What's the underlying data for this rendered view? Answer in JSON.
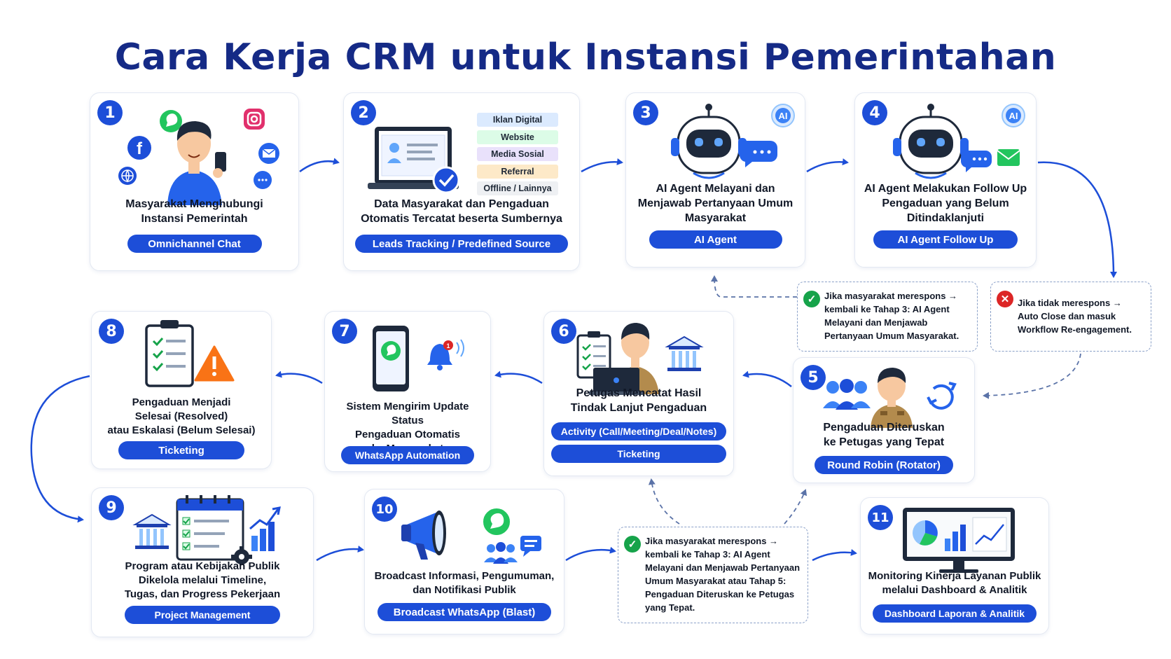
{
  "title": "Cara Kerja CRM untuk Instansi Pemerintahan",
  "colors": {
    "primary": "#1d4ed8",
    "title": "#152a86",
    "success": "#16a34a",
    "danger": "#dc2626",
    "border": "#e3e8f2"
  },
  "steps": [
    {
      "num": "1",
      "lines": [
        "Masyarakat Menghubungi",
        "Instansi Pemerintah"
      ],
      "tags": [
        "Omnichannel Chat"
      ],
      "icons": [
        "whatsapp-icon",
        "instagram-icon",
        "facebook-icon",
        "email-icon",
        "globe-icon",
        "chat-bubble-icon",
        "person-phone-icon"
      ]
    },
    {
      "num": "2",
      "lines": [
        "Data Masyarakat dan Pengaduan",
        "Otomatis Tercatat beserta Sumbernya"
      ],
      "tags": [
        "Leads Tracking / Predefined Source"
      ],
      "sources": [
        "Iklan Digital",
        "Website",
        "Media Sosial",
        "Referral",
        "Offline / Lainnya"
      ],
      "icons": [
        "laptop-profile-icon",
        "check-badge-icon"
      ]
    },
    {
      "num": "3",
      "lines": [
        "AI Agent Melayani dan",
        "Menjawab Pertanyaan Umum",
        "Masyarakat"
      ],
      "tags": [
        "AI Agent"
      ],
      "badge": "AI",
      "icons": [
        "robot-icon",
        "chat-bubble-icon"
      ]
    },
    {
      "num": "4",
      "lines": [
        "AI Agent Melakukan Follow Up",
        "Pengaduan yang Belum",
        "Ditindaklanjuti"
      ],
      "tags": [
        "AI Agent Follow Up"
      ],
      "badge": "AI",
      "icons": [
        "robot-icon",
        "chat-bubble-icon",
        "email-icon"
      ]
    },
    {
      "num": "5",
      "lines": [
        "Pengaduan Diteruskan",
        "ke Petugas yang Tepat"
      ],
      "tags": [
        "Round Robin (Rotator)"
      ],
      "icons": [
        "group-icon",
        "officer-icon",
        "refresh-icon"
      ]
    },
    {
      "num": "6",
      "lines": [
        "Petugas Mencatat Hasil",
        "Tindak Lanjut Pengaduan"
      ],
      "tags": [
        "Activity (Call/Meeting/Deal/Notes)",
        "Ticketing"
      ],
      "icons": [
        "clipboard-icon",
        "officer-laptop-icon",
        "government-building-icon"
      ]
    },
    {
      "num": "7",
      "lines": [
        "Sistem Mengirim Update Status",
        "Pengaduan Otomatis",
        "ke Masyarakat"
      ],
      "tags": [
        "WhatsApp Automation"
      ],
      "icons": [
        "phone-whatsapp-icon",
        "notification-bell-icon"
      ]
    },
    {
      "num": "8",
      "lines": [
        "Pengaduan Menjadi",
        "Selesai (Resolved)",
        "atau Eskalasi (Belum Selesai)"
      ],
      "tags": [
        "Ticketing"
      ],
      "icons": [
        "checklist-icon",
        "warning-icon"
      ]
    },
    {
      "num": "9",
      "lines": [
        "Program atau Kebijakan Publik",
        "Dikelola melalui Timeline,",
        "Tugas, dan Progress Pekerjaan"
      ],
      "tags": [
        "Project Management"
      ],
      "icons": [
        "government-building-icon",
        "calendar-checklist-icon",
        "gear-icon",
        "bar-chart-icon"
      ]
    },
    {
      "num": "10",
      "lines": [
        "Broadcast Informasi, Pengumuman,",
        "dan Notifikasi Publik"
      ],
      "tags": [
        "Broadcast WhatsApp (Blast)"
      ],
      "icons": [
        "megaphone-icon",
        "whatsapp-icon",
        "group-icon",
        "message-icon"
      ]
    },
    {
      "num": "11",
      "lines": [
        "Monitoring Kinerja Layanan Publik",
        "melalui Dashboard & Analitik"
      ],
      "tags": [
        "Dashboard Laporan & Analitik"
      ],
      "icons": [
        "monitor-dashboard-icon"
      ]
    }
  ],
  "notes": {
    "respond_top": {
      "type": "ok",
      "lines": [
        "Jika masyarakat merespons →",
        "kembali ke Tahap 3: AI Agent",
        "Melayani dan Menjawab",
        "Pertanyaan Umum Masyarakat."
      ]
    },
    "no_response": {
      "type": "no",
      "lines": [
        "Jika tidak merespons →",
        "Auto Close dan masuk",
        "Workflow Re-engagement."
      ]
    },
    "respond_bottom": {
      "type": "ok",
      "lines": [
        "Jika masyarakat merespons →",
        "kembali ke Tahap 3: AI Agent",
        "Melayani dan Menjawab Pertanyaan",
        "Umum Masyarakat atau Tahap 5:",
        "Pengaduan Diteruskan ke Petugas",
        "yang Tepat."
      ]
    }
  }
}
